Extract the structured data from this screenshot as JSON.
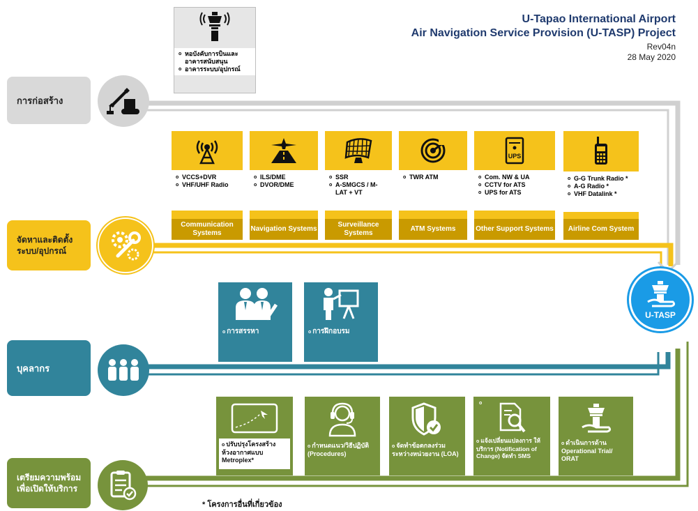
{
  "header": {
    "title_line1": "U-Tapao International Airport",
    "title_line2": "Air Navigation Service Provision (U-TASP) Project",
    "revision": "Rev04n",
    "date": "28 May 2020"
  },
  "colors": {
    "construction": "#d9d9d9",
    "procurement": "#f5c21b",
    "personnel": "#31849b",
    "readiness": "#77933c",
    "hub": "#1a9be6"
  },
  "categories": {
    "construction": "การก่อสร้าง",
    "procurement": "จัดหาและติดตั้ง ระบบ/อุปกรณ์",
    "personnel": "บุคลากร",
    "readiness": "เตรียมความพร้อม เพื่อเปิดให้บริการ"
  },
  "tower_card": {
    "items": [
      "หอบังคับการบินและ อาคารสนับสนุน",
      "อาคารระบบ/อุปกรณ์"
    ]
  },
  "systems": [
    {
      "icon": "antenna-icon",
      "items": [
        "VCCS+DVR",
        "VHF/UHF Radio"
      ],
      "footer": "Communication Systems"
    },
    {
      "icon": "runway-icon",
      "items": [
        "ILS/DME",
        "DVOR/DME"
      ],
      "footer": "Navigation Systems"
    },
    {
      "icon": "radar-dish-icon",
      "items": [
        "SSR",
        "A-SMGCS / M-LAT + VT"
      ],
      "footer": "Surveillance Systems"
    },
    {
      "icon": "radar-scope-icon",
      "items": [
        "TWR ATM"
      ],
      "footer": "ATM Systems"
    },
    {
      "icon": "ups-icon",
      "items": [
        "Com. NW & UA",
        "CCTV for ATS",
        "UPS for ATS"
      ],
      "footer": "Other Support Systems"
    },
    {
      "icon": "handheld-radio-icon",
      "items": [
        "G-G Trunk Radio *",
        "A-G Radio *",
        "VHF Datalink *"
      ],
      "footer": "Airline Com System"
    }
  ],
  "personnel_cards": [
    {
      "icon": "recruitment-icon",
      "label": "การสรรหา"
    },
    {
      "icon": "training-icon",
      "label": "การฝึกอบรม"
    }
  ],
  "readiness_cards": [
    {
      "icon": "airspace-map-icon",
      "text": "ปรับปรุงโครงสร้าง ห้วงอากาศแบบ Metroplex*"
    },
    {
      "icon": "headset-operator-icon",
      "text": "กำหนดแนว/วิธีปฏิบัติ (Procedures)"
    },
    {
      "icon": "shield-check-icon",
      "text": "จัดทำข้อตกลงร่วม ระหว่างหน่วยงาน (LOA)"
    },
    {
      "icon": "document-search-icon",
      "text": "แจ้งเปลี่ยนแปลงการ ให้บริการ (Notification of Change) จัดทำ SMS"
    },
    {
      "icon": "tower-hand-icon",
      "text": "ดำเนินการด้าน Operational Trial/ ORAT"
    }
  ],
  "hub_label": "U-TASP",
  "footnote": "* โครงการอื่นที่เกี่ยวข้อง"
}
